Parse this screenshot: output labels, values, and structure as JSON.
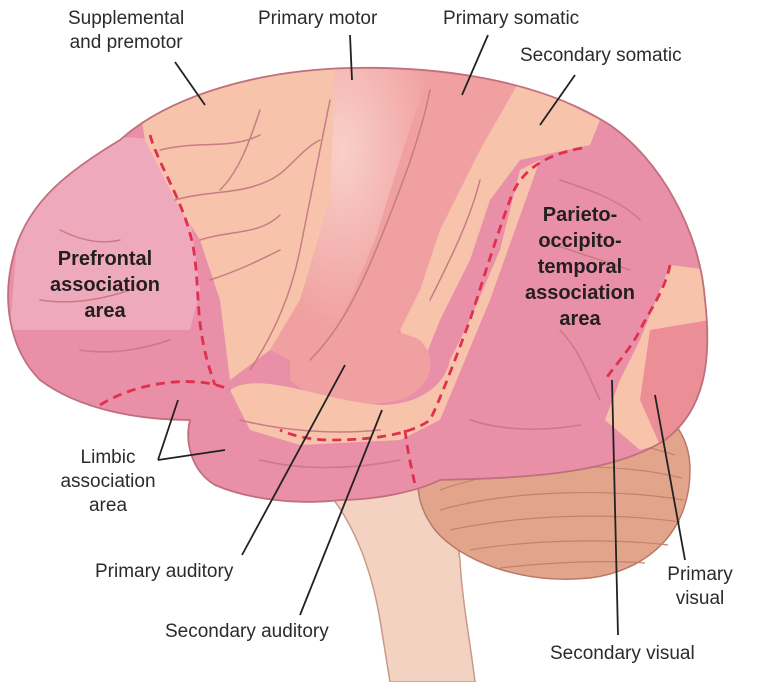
{
  "labels": {
    "supplemental_premotor": [
      "Supplemental",
      "and premotor"
    ],
    "primary_motor": "Primary motor",
    "primary_somatic": "Primary somatic",
    "secondary_somatic": "Secondary somatic",
    "prefrontal": [
      "Prefrontal",
      "association",
      "area"
    ],
    "parieto": [
      "Parieto-",
      "occipito-",
      "temporal",
      "association",
      "area"
    ],
    "limbic": [
      "Limbic",
      "association",
      "area"
    ],
    "primary_auditory": "Primary auditory",
    "secondary_auditory": "Secondary auditory",
    "primary_visual": [
      "Primary",
      "visual"
    ],
    "secondary_visual": "Secondary visual"
  },
  "colors": {
    "association": "#e98fa8",
    "association_light": "#efa9bd",
    "primary": "#f0a0a0",
    "secondary": "#f7c4ab",
    "cerebellum": "#e2a58c",
    "brainstem": "#f3d2c2",
    "boundary": "#e0304e",
    "outline": "#c0707c"
  }
}
